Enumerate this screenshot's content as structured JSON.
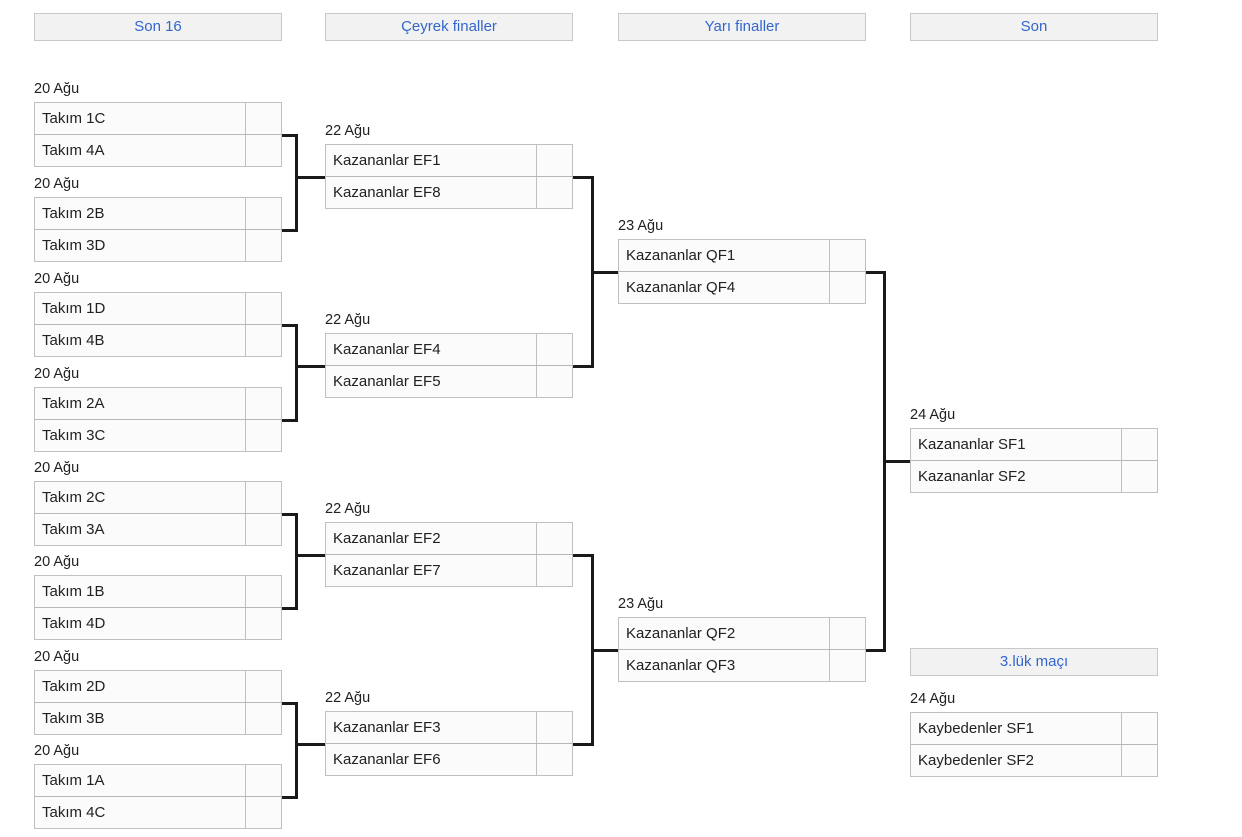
{
  "rounds": [
    {
      "id": "round-of-16",
      "label": "Son 16"
    },
    {
      "id": "quarterfinals",
      "label": "Çeyrek finaller"
    },
    {
      "id": "semifinals",
      "label": "Yarı finaller"
    },
    {
      "id": "final",
      "label": "Son"
    },
    {
      "id": "third-place",
      "label": "3.lük maçı"
    }
  ],
  "colors": {
    "header_text": "#3366cc",
    "header_bg": "#f2f2f2",
    "header_border": "#c8c8c8",
    "box_bg": "#fbfbfb",
    "box_border": "#c0c0c0",
    "connector": "#1a1a1a",
    "text": "#202122"
  },
  "round_of_16": [
    {
      "date": "20 Ağu",
      "top": {
        "team": "Takım 1C",
        "score": ""
      },
      "bottom": {
        "team": "Takım 4A",
        "score": ""
      }
    },
    {
      "date": "20 Ağu",
      "top": {
        "team": "Takım 2B",
        "score": ""
      },
      "bottom": {
        "team": "Takım 3D",
        "score": ""
      }
    },
    {
      "date": "20 Ağu",
      "top": {
        "team": "Takım 1D",
        "score": ""
      },
      "bottom": {
        "team": "Takım 4B",
        "score": ""
      }
    },
    {
      "date": "20 Ağu",
      "top": {
        "team": "Takım 2A",
        "score": ""
      },
      "bottom": {
        "team": "Takım 3C",
        "score": ""
      }
    },
    {
      "date": "20 Ağu",
      "top": {
        "team": "Takım 2C",
        "score": ""
      },
      "bottom": {
        "team": "Takım 3A",
        "score": ""
      }
    },
    {
      "date": "20 Ağu",
      "top": {
        "team": "Takım 1B",
        "score": ""
      },
      "bottom": {
        "team": "Takım 4D",
        "score": ""
      }
    },
    {
      "date": "20 Ağu",
      "top": {
        "team": "Takım 2D",
        "score": ""
      },
      "bottom": {
        "team": "Takım 3B",
        "score": ""
      }
    },
    {
      "date": "20 Ağu",
      "top": {
        "team": "Takım 1A",
        "score": ""
      },
      "bottom": {
        "team": "Takım 4C",
        "score": ""
      }
    }
  ],
  "quarterfinals": [
    {
      "date": "22 Ağu",
      "top": {
        "team": "Kazananlar EF1",
        "score": ""
      },
      "bottom": {
        "team": "Kazananlar EF8",
        "score": ""
      }
    },
    {
      "date": "22 Ağu",
      "top": {
        "team": "Kazananlar EF4",
        "score": ""
      },
      "bottom": {
        "team": "Kazananlar EF5",
        "score": ""
      }
    },
    {
      "date": "22 Ağu",
      "top": {
        "team": "Kazananlar EF2",
        "score": ""
      },
      "bottom": {
        "team": "Kazananlar EF7",
        "score": ""
      }
    },
    {
      "date": "22 Ağu",
      "top": {
        "team": "Kazananlar EF3",
        "score": ""
      },
      "bottom": {
        "team": "Kazananlar EF6",
        "score": ""
      }
    }
  ],
  "semifinals": [
    {
      "date": "23 Ağu",
      "top": {
        "team": "Kazananlar QF1",
        "score": ""
      },
      "bottom": {
        "team": "Kazananlar QF4",
        "score": ""
      }
    },
    {
      "date": "23 Ağu",
      "top": {
        "team": "Kazananlar QF2",
        "score": ""
      },
      "bottom": {
        "team": "Kazananlar QF3",
        "score": ""
      }
    }
  ],
  "final": [
    {
      "date": "24 Ağu",
      "top": {
        "team": "Kazananlar SF1",
        "score": ""
      },
      "bottom": {
        "team": "Kazananlar SF2",
        "score": ""
      }
    }
  ],
  "third_place": [
    {
      "date": "24 Ağu",
      "top": {
        "team": "Kaybedenler SF1",
        "score": ""
      },
      "bottom": {
        "team": "Kaybedenler SF2",
        "score": ""
      }
    }
  ]
}
